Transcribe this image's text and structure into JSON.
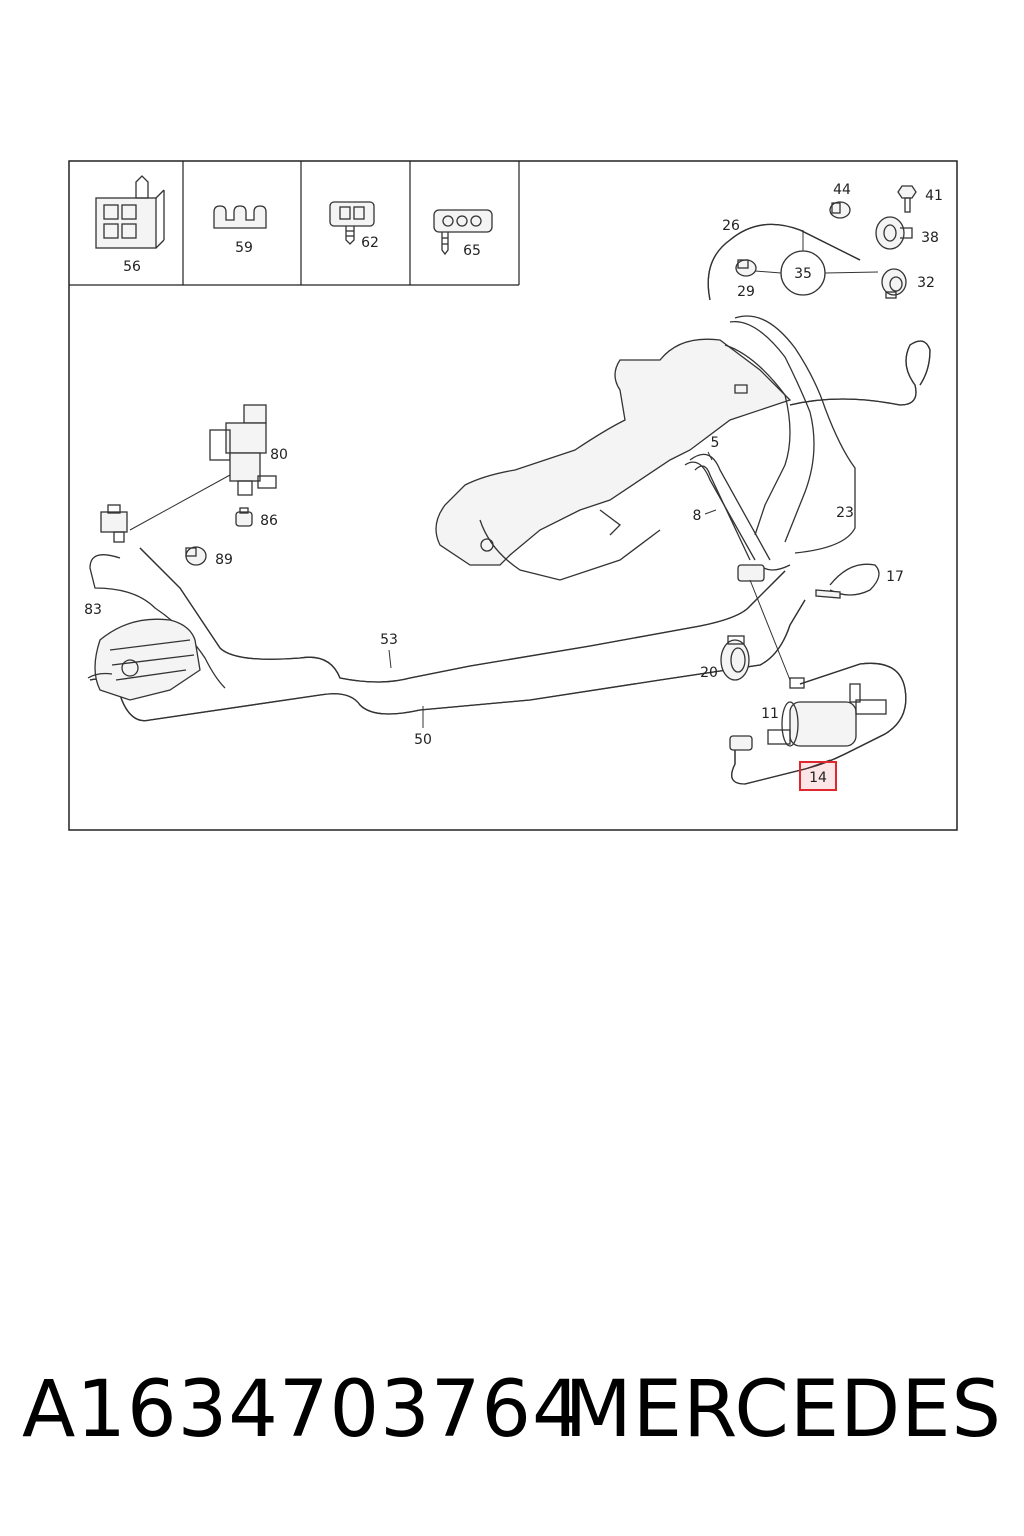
{
  "diagram": {
    "callouts": {
      "c56": "56",
      "c59": "59",
      "c62": "62",
      "c65": "65",
      "c26": "26",
      "c44": "44",
      "c41": "41",
      "c38": "38",
      "c35": "35",
      "c29": "29",
      "c32": "32",
      "c80": "80",
      "c86": "86",
      "c89": "89",
      "c83": "83",
      "c5": "5",
      "c8": "8",
      "c23": "23",
      "c17": "17",
      "c53": "53",
      "c20": "20",
      "c11": "11",
      "c50": "50",
      "c14": "14"
    },
    "highlighted_callout": "14",
    "highlight_color": "#e0262e",
    "line_color": "#333333"
  },
  "caption": {
    "part_number": "A1634703764",
    "brand": "MERCEDES"
  }
}
